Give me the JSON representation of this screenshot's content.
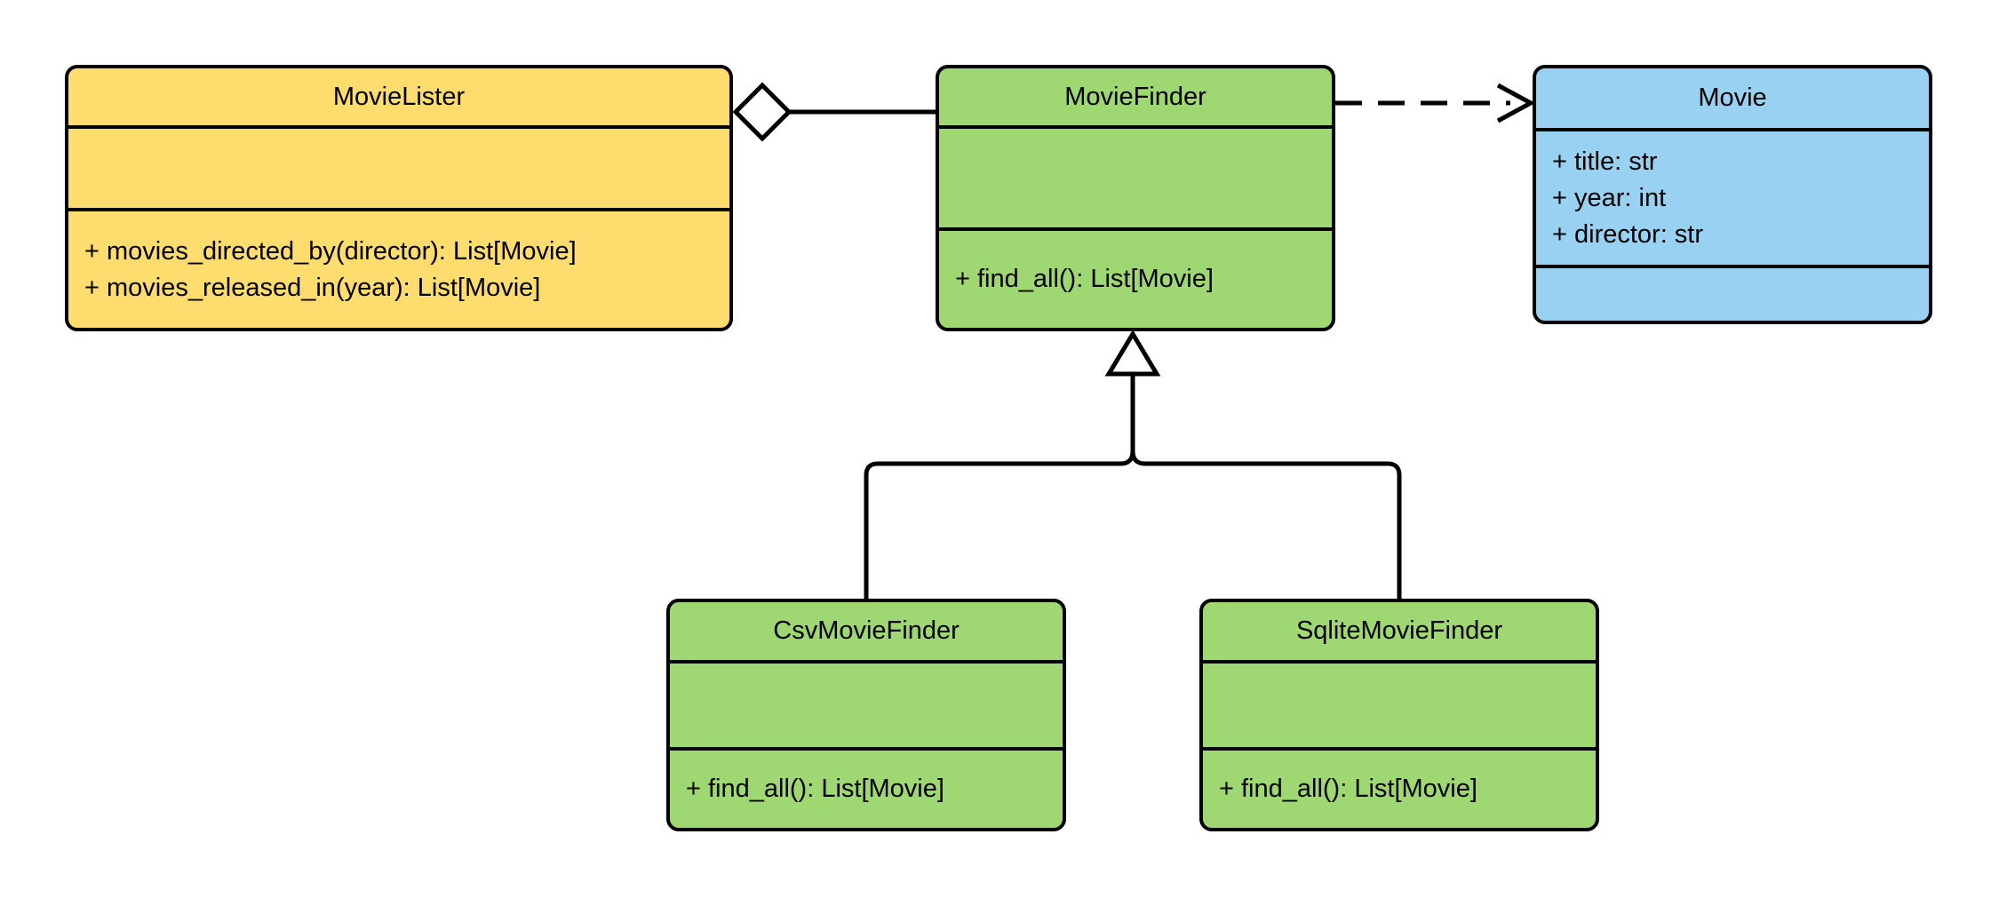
{
  "diagram": {
    "kind": "uml-class-diagram",
    "classes": [
      {
        "name": "MovieLister",
        "attributes": [],
        "methods": [
          "+ movies_directed_by(director): List[Movie]",
          "+ movies_released_in(year): List[Movie]"
        ],
        "fill": "#FFDC6E"
      },
      {
        "name": "MovieFinder",
        "attributes": [],
        "methods": [
          "+ find_all(): List[Movie]"
        ],
        "fill": "#9FD772"
      },
      {
        "name": "Movie",
        "attributes": [
          "+ title: str",
          "+ year: int",
          "+ director: str"
        ],
        "methods": [],
        "fill": "#99D1F2"
      },
      {
        "name": "CsvMovieFinder",
        "attributes": [],
        "methods": [
          "+ find_all(): List[Movie]"
        ],
        "fill": "#9FD772"
      },
      {
        "name": "SqliteMovieFinder",
        "attributes": [],
        "methods": [
          "+ find_all(): List[Movie]"
        ],
        "fill": "#9FD772"
      }
    ],
    "relationships": [
      {
        "type": "aggregation",
        "from": "MovieLister",
        "to": "MovieFinder",
        "line": "solid",
        "marker": "open-diamond"
      },
      {
        "type": "dependency",
        "from": "MovieFinder",
        "to": "Movie",
        "line": "dashed",
        "marker": "open-arrow"
      },
      {
        "type": "generalization",
        "from": "CsvMovieFinder",
        "to": "MovieFinder",
        "line": "solid",
        "marker": "hollow-triangle"
      },
      {
        "type": "generalization",
        "from": "SqliteMovieFinder",
        "to": "MovieFinder",
        "line": "solid",
        "marker": "hollow-triangle"
      }
    ],
    "colors": {
      "movielister_fill": "#FFDC6E",
      "finder_fill": "#9FD772",
      "movie_fill": "#99D1F2",
      "stroke": "#000000",
      "background": "#FFFFFF"
    }
  }
}
